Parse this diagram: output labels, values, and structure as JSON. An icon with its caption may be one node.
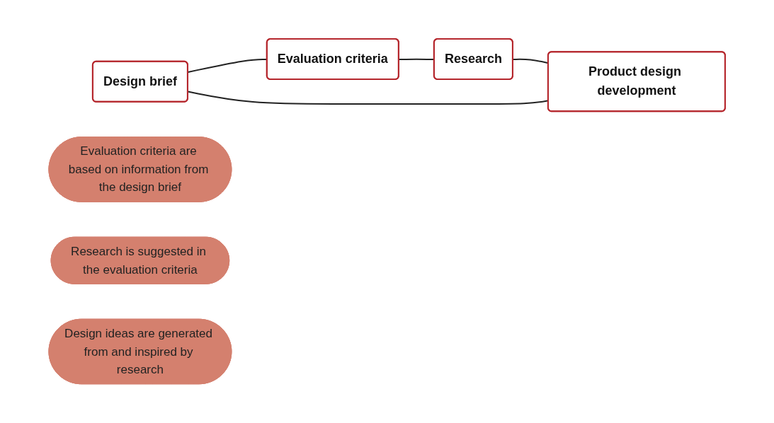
{
  "diagram": {
    "nodes": [
      {
        "text": [
          "Design brief"
        ]
      },
      {
        "text": [
          "Evaluation criteria are based on information from the design brief"
        ]
      },
      {
        "text": [
          "Product design development"
        ]
      },
      {
        "text": [
          "Evaluation criteria"
        ]
      },
      {
        "text": [
          "Research is suggested in the evaluation criteria"
        ]
      },
      {
        "text": [
          "Design ideas are generated from and inspired by research"
        ]
      },
      {
        "text": [
          "Research"
        ]
      }
    ],
    "edges": [
      {
        "from": 0,
        "to": 3,
        "arrow": "none"
      },
      {
        "from": 3,
        "to": 6,
        "arrow": "none"
      },
      {
        "from": 6,
        "to": 2,
        "arrow": "none"
      },
      {
        "from": 2,
        "to": 0,
        "arrow": "none"
      }
    ]
  }
}
